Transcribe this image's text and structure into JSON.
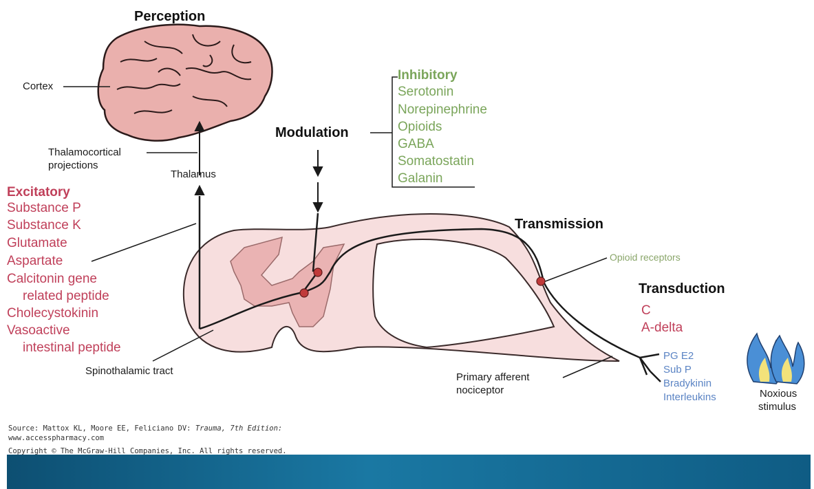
{
  "headings": {
    "perception": "Perception",
    "modulation": "Modulation",
    "transmission": "Transmission",
    "transduction": "Transduction"
  },
  "brain_labels": {
    "cortex": "Cortex",
    "thalamocortical_1": "Thalamocortical",
    "thalamocortical_2": "projections",
    "thalamus": "Thalamus"
  },
  "excitatory": {
    "title": "Excitatory",
    "items": [
      "Substance P",
      "Substance K",
      "Glutamate",
      "Aspartate",
      "Calcitonin gene",
      "related peptide",
      "Cholecystokinin",
      "Vasoactive",
      "intestinal peptide"
    ]
  },
  "inhibitory": {
    "title": "Inhibitory",
    "items": [
      "Serotonin",
      "Norepinephrine",
      "Opioids",
      "GABA",
      "Somatostatin",
      "Galanin"
    ]
  },
  "spinal_labels": {
    "opioid_receptors": "Opioid receptors",
    "spinothalamic": "Spinothalamic tract",
    "primary_afferent_1": "Primary afferent",
    "primary_afferent_2": "nociceptor"
  },
  "fibers": [
    "C",
    "A-delta"
  ],
  "mediators": [
    "PG E2",
    "Sub P",
    "Bradykinin",
    "Interleukins"
  ],
  "stimulus": [
    "Noxious",
    "stimulus"
  ],
  "source": {
    "line1_prefix": "Source: Mattox KL, Moore EE, Feliciano DV: ",
    "line1_italic": "Trauma, 7th Edition:",
    "line2": "www.accesspharmacy.com",
    "line3": "Copyright © The McGraw-Hill Companies, Inc. All rights reserved."
  },
  "colors": {
    "excitatory": "#c0405a",
    "inhibitory": "#7aa55a",
    "mediators": "#5b84c4",
    "tissue": "#f7dede",
    "gray_matter": "#eab3b3",
    "brain": "#eab0ad",
    "banner": "#1a78a3"
  }
}
